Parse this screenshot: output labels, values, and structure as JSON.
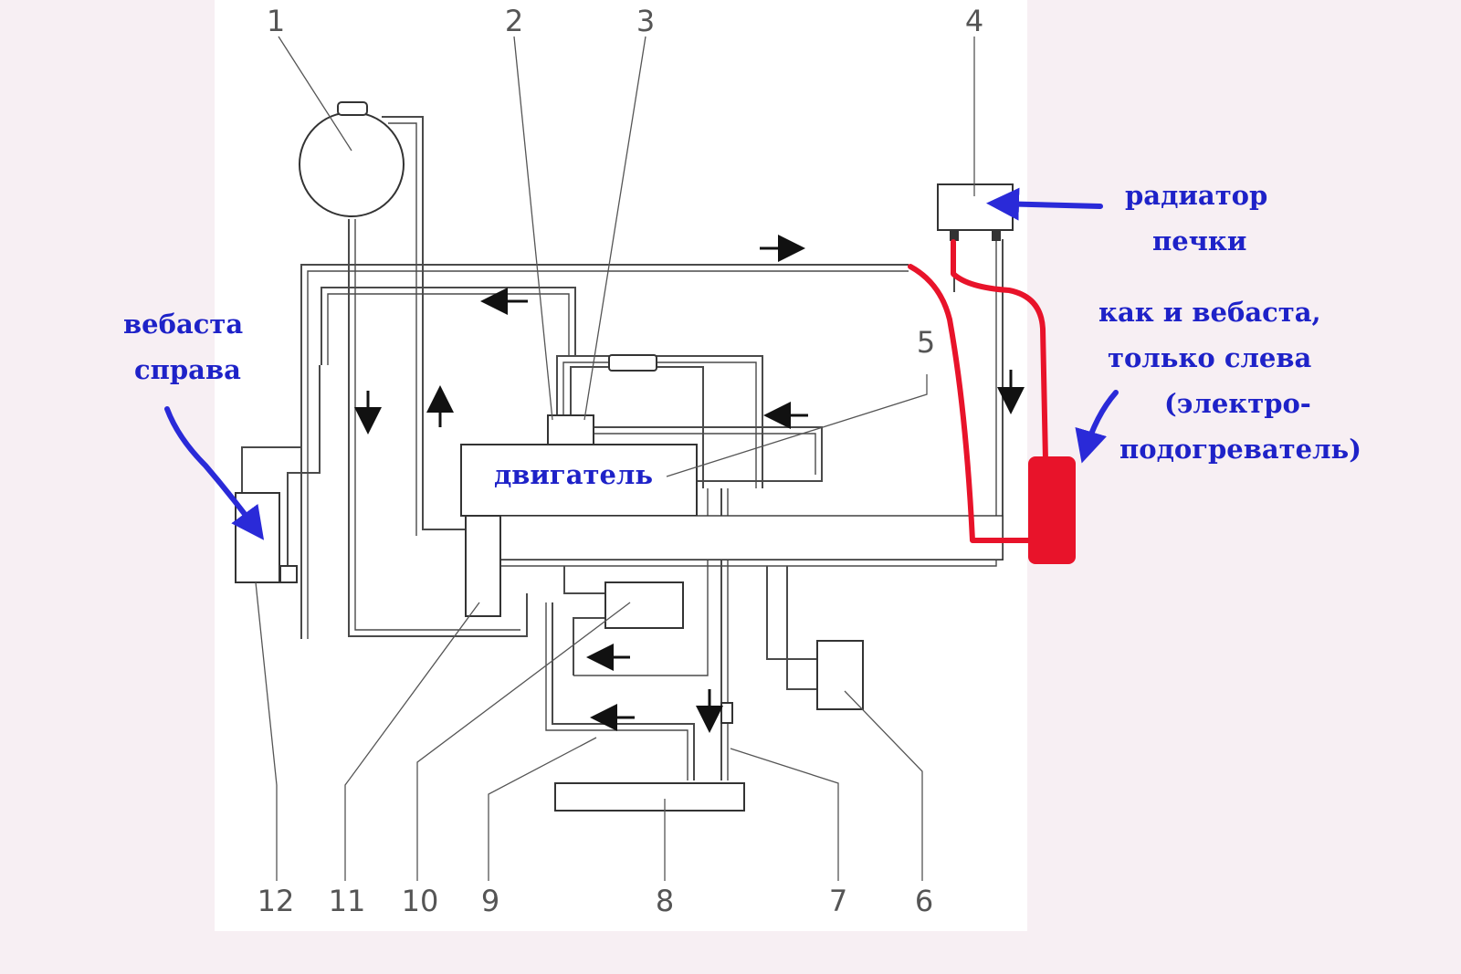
{
  "diagram": {
    "part_numbers": [
      "1",
      "2",
      "3",
      "4",
      "5",
      "6",
      "7",
      "8",
      "9",
      "10",
      "11",
      "12"
    ],
    "engine_label": "двигатель",
    "notes": {
      "webasto_right_line1": "вебаста",
      "webasto_right_line2": "справа",
      "heater_radiator_line1": "радиатор",
      "heater_radiator_line2": "печки",
      "like_webasto_line1": "как и вебаста,",
      "like_webasto_line2": "только слева",
      "like_webasto_line3": "(электро-",
      "like_webasto_line4": "подогреватель)"
    },
    "colors": {
      "annotation": "#1e22c8",
      "added_heater": "#e8132a",
      "line_art": "#4a4a4a",
      "background": "#f7eff3"
    }
  }
}
